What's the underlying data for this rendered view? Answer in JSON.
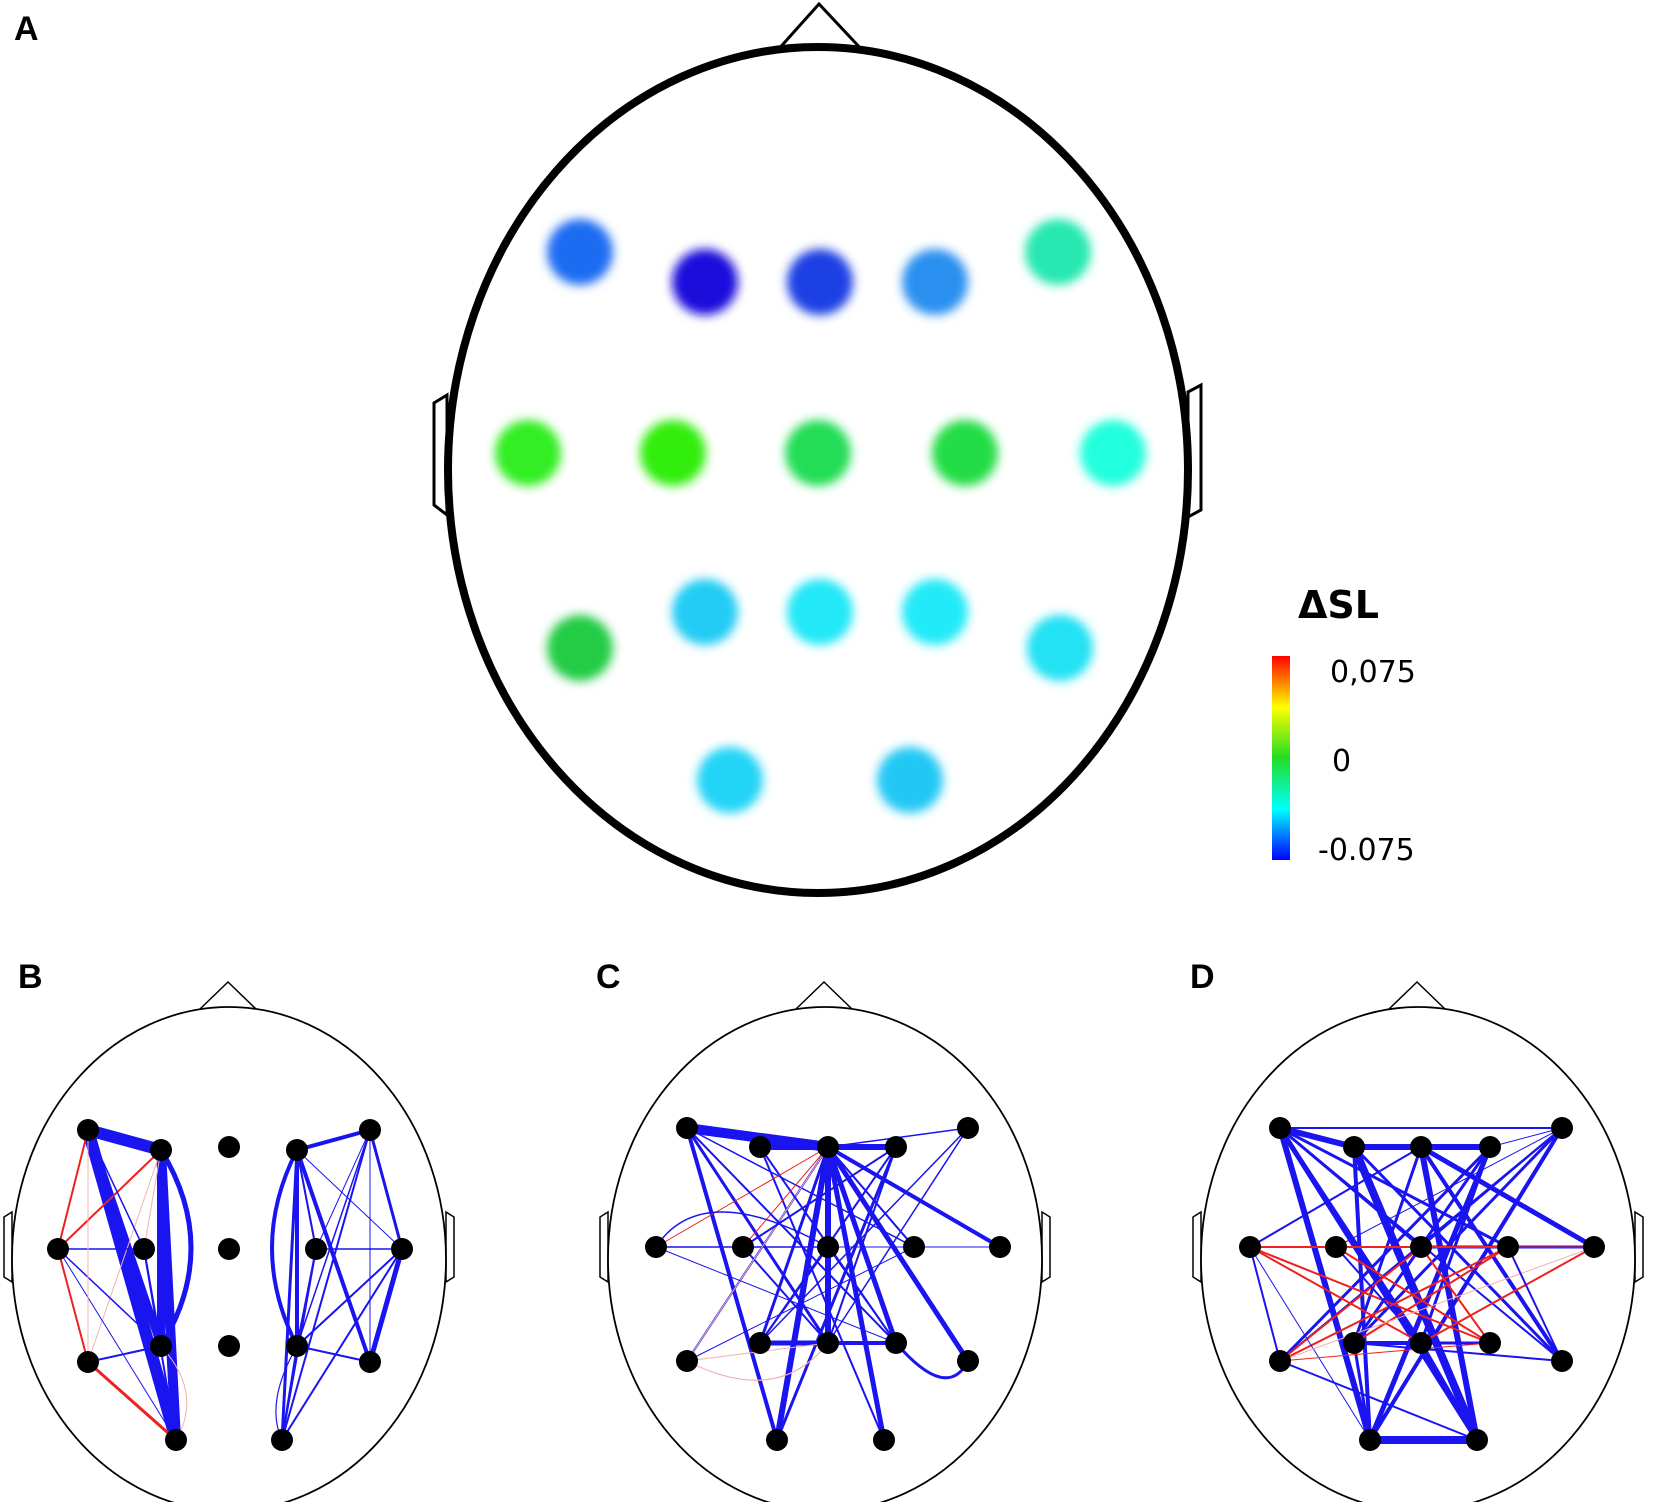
{
  "panels": {
    "A": {
      "label": "A"
    },
    "B": {
      "label": "B"
    },
    "C": {
      "label": "C"
    },
    "D": {
      "label": "D"
    }
  },
  "colorbar": {
    "title": "ΔSL",
    "ticks": [
      "0,075",
      "0",
      "-0.075"
    ],
    "colors": [
      "#ff0000",
      "#ffff00",
      "#22dd22",
      "#00ffff",
      "#0000ff"
    ]
  },
  "topomap_colors": [
    "#1a6cf2",
    "#1a10dc",
    "#1a40e4",
    "#2a90f0",
    "#28e8b0",
    "#33ee22",
    "#33ee11",
    "#22dd55",
    "#22dd44",
    "#22ffdd",
    "#22cc44",
    "#22ccf4",
    "#22e8f8",
    "#22eaf8",
    "#22e2f4",
    "#22d4f6",
    "#22c8f4"
  ],
  "edge_colors": {
    "decrease": "#1a14f0",
    "increase": "#ee2020",
    "weak_increase": "#f4b0b0"
  }
}
